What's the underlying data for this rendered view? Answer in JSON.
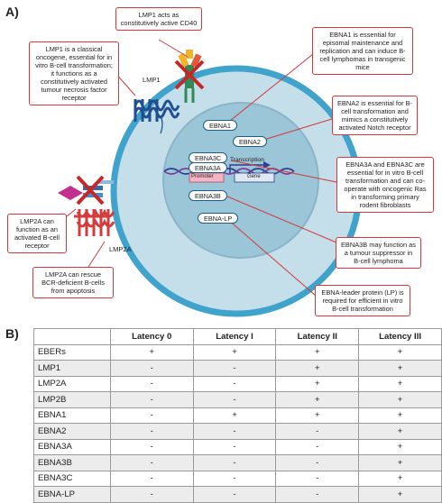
{
  "panels": {
    "a": "A)",
    "b": "B)"
  },
  "cell": {
    "lmp1_label": "LMP1",
    "lmp2a_label": "LMP2A",
    "nuclear_pills": [
      "EBNA1",
      "EBNA2",
      "EBNA3C",
      "EBNA3A",
      "EBNA3B",
      "EBNA-LP"
    ],
    "transcription_label": "Transcription",
    "promoter_label": "Promoter",
    "gene_label": "Gene"
  },
  "callouts": {
    "lmp1_cd40": "LMP1 acts as constitutively active CD40",
    "lmp1_oncogene": "LMP1 is a classical oncogene, essential for in vitro B-cell transformation; it functions as a constitutively activated tumour necrosis factor receptor",
    "lmp2a_bcr": "LMP2A can function as an activated B-cell receptor",
    "lmp2a_rescue": "LMP2A can rescue BCR-deficient B-cells from apoptosis",
    "ebna1": "EBNA1 is essential for episomal maintenance and replication and can induce B-cell lymphomas in transgenic mice",
    "ebna2": "EBNA2 is essential for B-cell transformation and mimics a constitutively activated Notch receptor",
    "ebna3a_3c": "EBNA3A and EBNA3C are essential for in vitro B-cell transformation and can co-operate with oncogenic Ras in transforming primary rodent fibroblasts",
    "ebna3b": "EBNA3B may function as a tumour suppressor in B-cell lymphoma",
    "ebna_lp": "EBNA-leader protein (LP) is required for efficient in vitro B-cell transformation"
  },
  "table": {
    "headers": [
      "",
      "Latency 0",
      "Latency I",
      "Latency II",
      "Latency III"
    ],
    "rows": [
      [
        "EBERs",
        "+",
        "+",
        "+",
        "+"
      ],
      [
        "LMP1",
        "-",
        "-",
        "+",
        "+"
      ],
      [
        "LMP2A",
        "-",
        "-",
        "+",
        "+"
      ],
      [
        "LMP2B",
        "-",
        "-",
        "+",
        "+"
      ],
      [
        "EBNA1",
        "-",
        "+",
        "+",
        "+"
      ],
      [
        "EBNA2",
        "-",
        "-",
        "-",
        "+"
      ],
      [
        "EBNA3A",
        "-",
        "-",
        "-",
        "+"
      ],
      [
        "EBNA3B",
        "-",
        "-",
        "-",
        "+"
      ],
      [
        "EBNA3C",
        "-",
        "-",
        "-",
        "+"
      ],
      [
        "EBNA-LP",
        "-",
        "-",
        "-",
        "+"
      ]
    ]
  },
  "colors": {
    "callout_border": "#d53838",
    "cell_fill": "#c4dfe9",
    "cell_border": "#3fa3cc",
    "nucleus_fill": "#9bc6d8",
    "receptor_blue": "#1f4f91",
    "lmp2a_red": "#d23c3c",
    "cd40_green": "#2e8b57"
  }
}
